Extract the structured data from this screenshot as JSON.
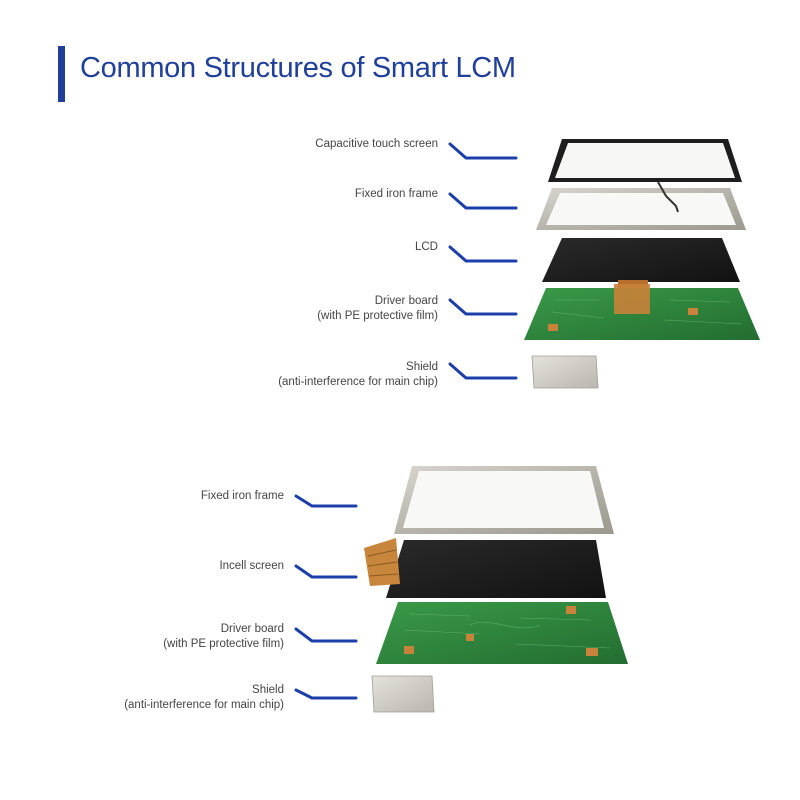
{
  "title": "Common Structures of Smart LCM",
  "colors": {
    "accent": "#1f3f9a",
    "leader": "#1b3fa8",
    "pcb": "#2f8a3e",
    "lcd": "#1c1c1c"
  },
  "diagram1": {
    "layers": [
      {
        "line1": "Capacitive touch screen",
        "line2": ""
      },
      {
        "line1": "Fixed iron frame",
        "line2": ""
      },
      {
        "line1": "LCD",
        "line2": ""
      },
      {
        "line1": "Driver board",
        "line2": "(with PE protective film)"
      },
      {
        "line1": "Shield",
        "line2": "(anti-interference for main chip)"
      }
    ]
  },
  "diagram2": {
    "layers": [
      {
        "line1": "Fixed iron frame",
        "line2": ""
      },
      {
        "line1": "Incell screen",
        "line2": ""
      },
      {
        "line1": "Driver board",
        "line2": "(with PE protective film)"
      },
      {
        "line1": "Shield",
        "line2": "(anti-interference for main chip)"
      }
    ]
  }
}
